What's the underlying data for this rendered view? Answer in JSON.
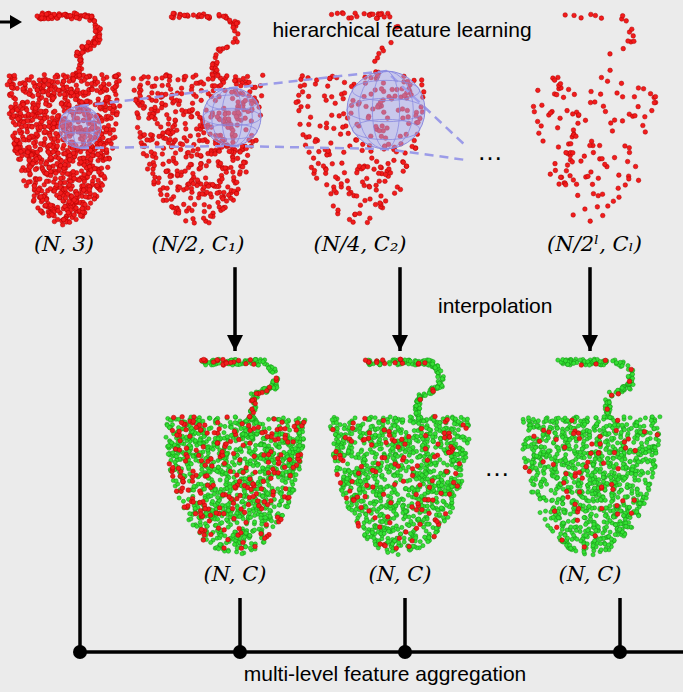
{
  "diagram": {
    "title": "hierarchical feature learning",
    "nodes": [
      {
        "text": [
          "(N, 3)"
        ]
      },
      {
        "text": [
          "(N/2, C₁)"
        ]
      },
      {
        "text": [
          "(N/4, C₂)"
        ]
      },
      {
        "text": [
          "(N/2ˡ, Cₗ)"
        ]
      },
      {
        "text": [
          "(N, C)"
        ]
      },
      {
        "text": [
          "(N, C)"
        ]
      },
      {
        "text": [
          "(N, C)"
        ]
      }
    ],
    "edges": [
      {
        "from": 1,
        "to": 4,
        "arrow": "to"
      },
      {
        "from": 2,
        "to": 5,
        "arrow": "to",
        "label": "interpolation"
      },
      {
        "from": 3,
        "to": 6,
        "arrow": "to"
      }
    ],
    "labels": [
      "…",
      "…",
      "multi-level feature aggregation"
    ]
  }
}
